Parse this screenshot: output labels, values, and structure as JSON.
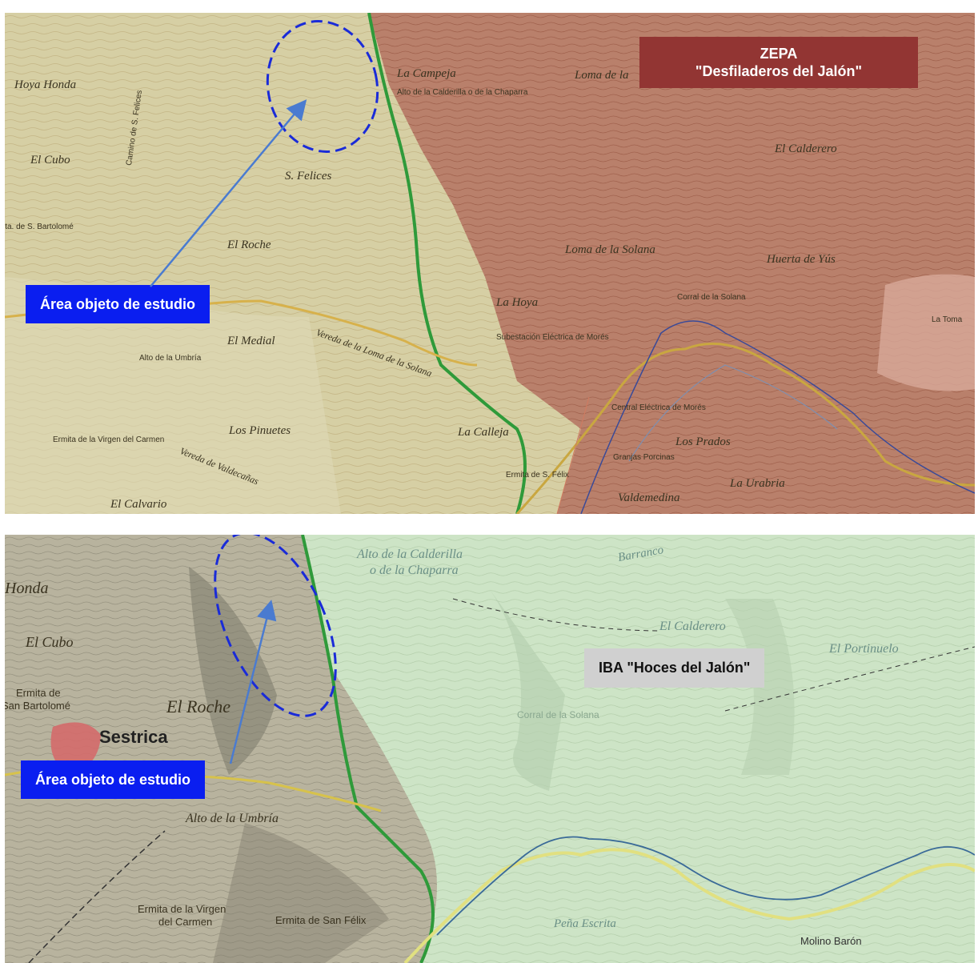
{
  "colors": {
    "zepa_box": "#923533",
    "iba_box": "#d0d0d0",
    "study_label": "#0a1ef0",
    "study_outline": "#1a2bd8",
    "road_green": "#2f9a3a",
    "road_yellow": "#d7b14b",
    "river_blue": "#3a4a98"
  },
  "top_map": {
    "zone_label": {
      "line1": "ZEPA",
      "line2": "\"Desfiladeros del Jalón\""
    },
    "study_area_label": "Área objeto de estudio",
    "places": {
      "hoya_honda": "Hoya Honda",
      "el_cubo": "El Cubo",
      "camino": "Camino de S. Felices",
      "s_felices": "S. Felices",
      "el_roche": "El Roche",
      "el_medial": "El Medial",
      "alto_umbria": "Alto de la Umbría",
      "los_pinuetes": "Los Pinuetes",
      "el_calvario": "El Calvario",
      "la_campeja": "La Campeja",
      "alto_calderilla": "Alto de la Calderilla o de la Chaparra",
      "loma": "Loma de la",
      "el_caldererero": "El Calderero",
      "loma_solana": "Loma de la Solana",
      "huerta_yus": "Huerta de Yús",
      "la_hoya": "La Hoya",
      "la_calleja": "La Calleja",
      "los_prados": "Los Prados",
      "la_urabria": "La Urabria",
      "valdemedina": "Valdemedina",
      "vereda_loma": "Vereda de la Loma de la Solana",
      "vereda_valdecanas": "Vereda de Valdecañas",
      "ermita_virgen": "Ermita de la Virgen del Carmen",
      "ermita_bartolome": "ita. de S. Bartolomé",
      "subestacion": "Subestación Eléctrica de Morés",
      "central": "Central Eléctrica de Morés",
      "corral": "Corral de la Solana",
      "la_toma": "La Toma",
      "granjas": "Granjas Porcinas",
      "ermita_felix": "Ermita de S. Félix"
    }
  },
  "bottom_map": {
    "zone_label": "IBA \"Hoces del Jalón\"",
    "study_area_label": "Área objeto de estudio",
    "places": {
      "honda": "Honda",
      "el_cubo": "El Cubo",
      "ermita_de": "Ermita de",
      "san_bartolome": "San Bartolomé",
      "el_roche": "El Roche",
      "sestrica": "Sestrica",
      "alto_umbria": "Alto de la Umbría",
      "ermita_virgen": "Ermita de la Virgen",
      "del_carmen": "del Carmen",
      "ermita_felix": "Ermita de San Félix",
      "alto_calderilla_1": "Alto de la Calderilla",
      "alto_calderilla_2": "o de la Chaparra",
      "el_calderero": "El Calderero",
      "el_portinuelo": "El Portinuelo",
      "corral_solana": "Corral de la Solana",
      "pena_escrita": "Peña Escrita",
      "molino_baron": "Molino Barón",
      "barranco": "Barranco"
    }
  }
}
